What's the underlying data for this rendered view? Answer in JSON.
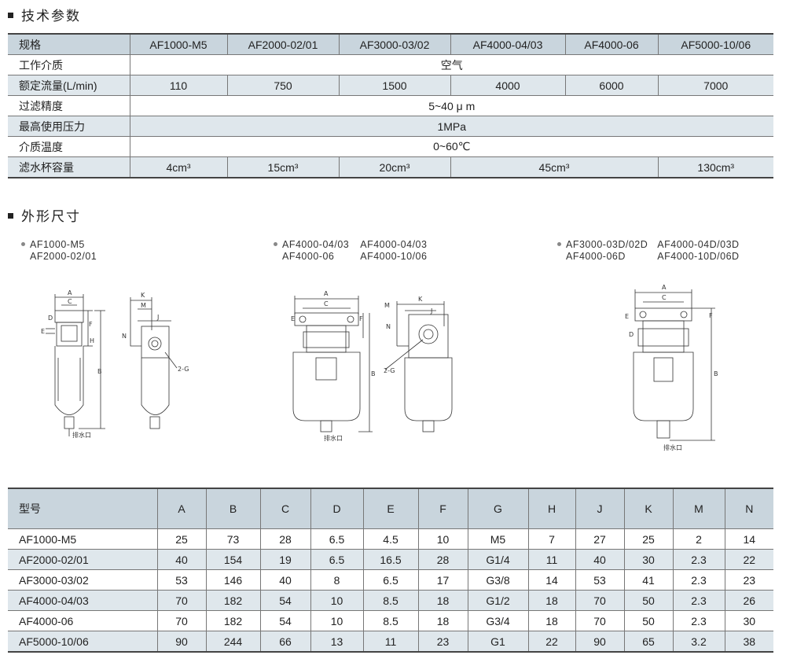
{
  "sections": {
    "spec_title": "技术参数",
    "dims_title": "外形尺寸"
  },
  "spec_table": {
    "header_label": "规格",
    "models": [
      "AF1000-M5",
      "AF2000-02/01",
      "AF3000-03/02",
      "AF4000-04/03",
      "AF4000-06",
      "AF5000-10/06"
    ],
    "medium_label": "工作介质",
    "medium_value": "空气",
    "flow_label": "额定流量(L/min)",
    "flow_values": [
      "110",
      "750",
      "1500",
      "4000",
      "6000",
      "7000"
    ],
    "filter_label": "过滤精度",
    "filter_value": "5~40 μ m",
    "pressure_label": "最高使用压力",
    "pressure_value": "1MPa",
    "temp_label": "介质温度",
    "temp_value": "0~60℃",
    "bowl_label": "滤水杯容量",
    "bowl_values": [
      "4cm³",
      "15cm³",
      "20cm³",
      "45cm³",
      "130cm³"
    ]
  },
  "drawing_groups": [
    {
      "lines": [
        "AF1000-M5",
        "AF2000-02/01"
      ]
    },
    {
      "col1": [
        "AF4000-04/03",
        "AF4000-06"
      ],
      "col2": [
        "AF4000-04/03",
        "AF4000-10/06"
      ]
    },
    {
      "col1": [
        "AF3000-03D/02D",
        "AF4000-06D"
      ],
      "col2": [
        "AF4000-04D/03D",
        "AF4000-10D/06D"
      ]
    }
  ],
  "drain_label": "排水口",
  "port_label": "2-G",
  "dim_letters": {
    "A": "A",
    "B": "B",
    "C": "C",
    "D": "D",
    "E": "E",
    "F": "F",
    "H": "H",
    "J": "J",
    "K": "K",
    "M": "M",
    "N": "N"
  },
  "dims_table": {
    "headers": [
      "型号",
      "A",
      "B",
      "C",
      "D",
      "E",
      "F",
      "G",
      "H",
      "J",
      "K",
      "M",
      "N"
    ],
    "rows": [
      [
        "AF1000-M5",
        "25",
        "73",
        "28",
        "6.5",
        "4.5",
        "10",
        "M5",
        "7",
        "27",
        "25",
        "2",
        "14"
      ],
      [
        "AF2000-02/01",
        "40",
        "154",
        "19",
        "6.5",
        "16.5",
        "28",
        "G1/4",
        "11",
        "40",
        "30",
        "2.3",
        "22"
      ],
      [
        "AF3000-03/02",
        "53",
        "146",
        "40",
        "8",
        "6.5",
        "17",
        "G3/8",
        "14",
        "53",
        "41",
        "2.3",
        "23"
      ],
      [
        "AF4000-04/03",
        "70",
        "182",
        "54",
        "10",
        "8.5",
        "18",
        "G1/2",
        "18",
        "70",
        "50",
        "2.3",
        "26"
      ],
      [
        "AF4000-06",
        "70",
        "182",
        "54",
        "10",
        "8.5",
        "18",
        "G3/4",
        "18",
        "70",
        "50",
        "2.3",
        "30"
      ],
      [
        "AF5000-10/06",
        "90",
        "244",
        "66",
        "13",
        "11",
        "23",
        "G1",
        "22",
        "90",
        "65",
        "3.2",
        "38"
      ]
    ]
  }
}
